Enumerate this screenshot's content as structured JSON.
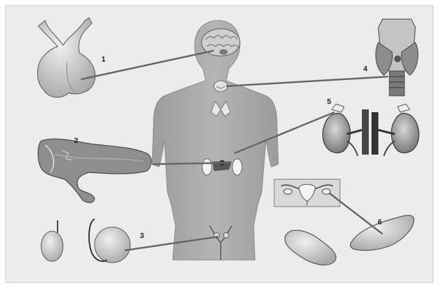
{
  "diagram": {
    "labels": [
      {
        "id": "1",
        "text": "1"
      },
      {
        "id": "2",
        "text": "2"
      },
      {
        "id": "3",
        "text": "3"
      },
      {
        "id": "4",
        "text": "4"
      },
      {
        "id": "5",
        "text": "5"
      },
      {
        "id": "6",
        "text": "6"
      }
    ]
  },
  "colors": {
    "background": "#ececec",
    "border": "#c8c8c8",
    "body": "#a9a9a9",
    "organ_light": "#d6d6d6",
    "organ_mid": "#9a9a9a",
    "organ_dark": "#5a5a5a",
    "leader_line": "#666666"
  }
}
